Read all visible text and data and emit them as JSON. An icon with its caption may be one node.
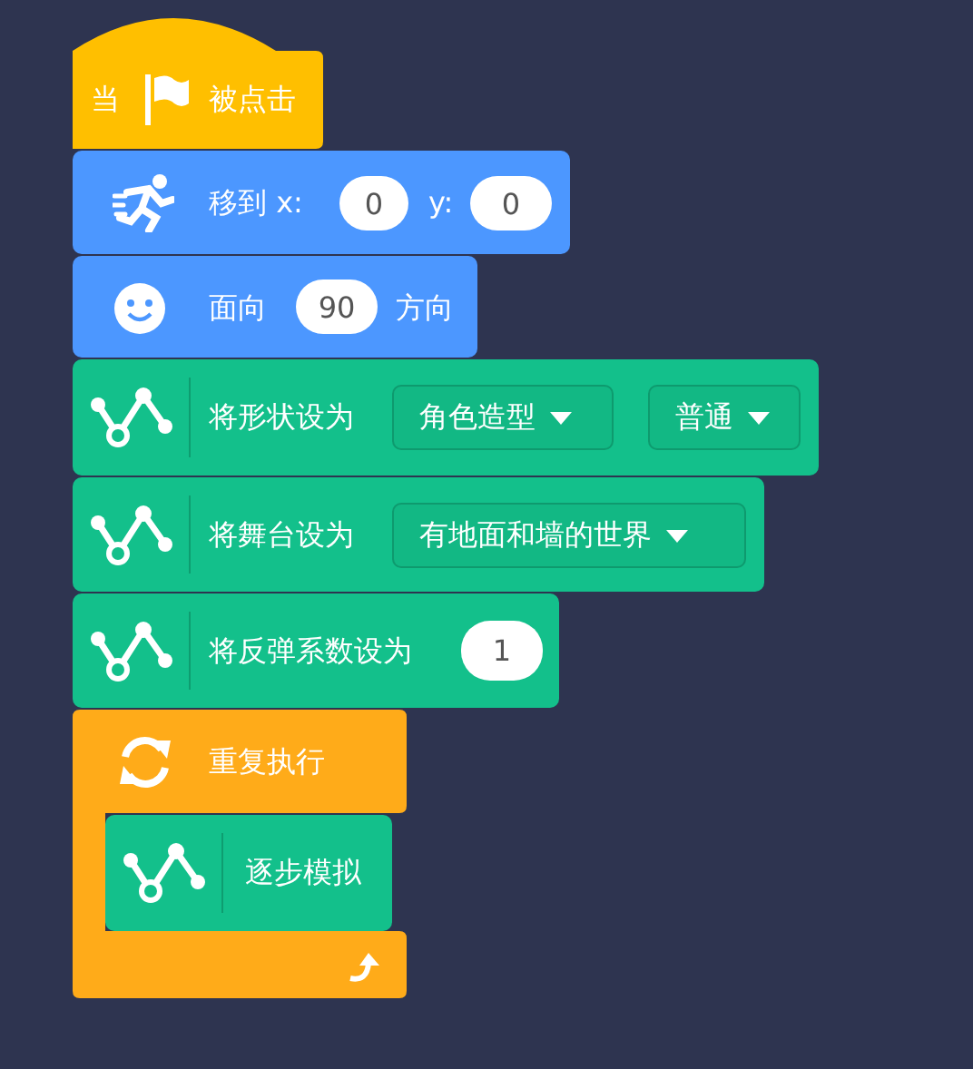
{
  "diagram": {
    "nodes": [
      {
        "text": [
          "当",
          "被点击"
        ]
      },
      {
        "text": [
          "移到 x:",
          "y:"
        ]
      },
      {
        "text": [
          "0"
        ],
        "in": 1
      },
      {
        "text": [
          "0"
        ],
        "in": 1
      },
      {
        "text": [
          "面向",
          "方向"
        ]
      },
      {
        "text": [
          "90"
        ],
        "in": 4
      },
      {
        "text": [
          "将形状设为"
        ]
      },
      {
        "text": [
          "角色造型"
        ],
        "in": 6
      },
      {
        "text": [
          "普通"
        ],
        "in": 6
      },
      {
        "text": [
          "将舞台设为"
        ]
      },
      {
        "text": [
          "有地面和墙的世界"
        ],
        "in": 9
      },
      {
        "text": [
          "将反弹系数设为"
        ]
      },
      {
        "text": [
          "1"
        ],
        "in": 11
      },
      {
        "text": [
          "重复执行"
        ]
      },
      {
        "text": [
          "逐步模拟"
        ],
        "in": 13
      }
    ],
    "edges": []
  }
}
